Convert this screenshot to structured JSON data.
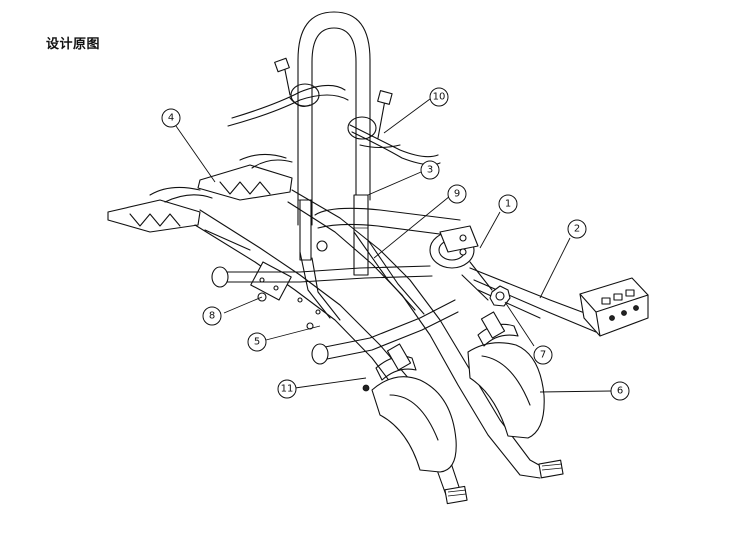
{
  "title": "设计原图",
  "callouts": [
    "1",
    "2",
    "3",
    "4",
    "5",
    "6",
    "7",
    "8",
    "9",
    "10",
    "11"
  ],
  "colors": {
    "ink": "#111111",
    "background": "#ffffff"
  }
}
